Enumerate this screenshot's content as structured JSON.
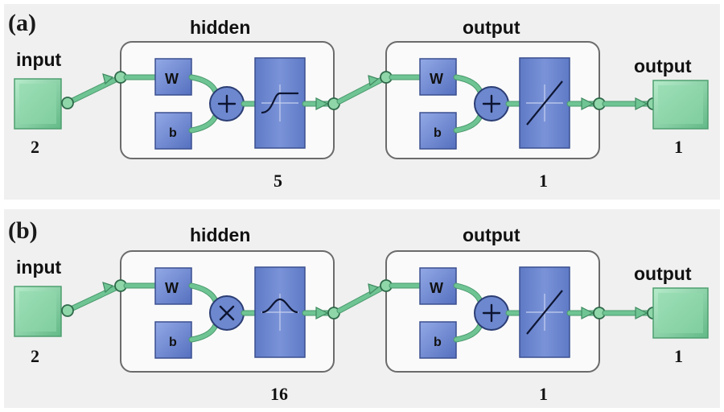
{
  "panels": [
    {
      "label": "(a)",
      "input": {
        "title": "input",
        "size": "2"
      },
      "hidden": {
        "title": "hidden",
        "size": "5",
        "weight_label": "W",
        "bias_label": "b",
        "operator": "plus",
        "transfer": "tansig-icon"
      },
      "output_layer": {
        "title": "output",
        "size": "1",
        "weight_label": "W",
        "bias_label": "b",
        "operator": "plus",
        "transfer": "purelin-icon"
      },
      "output": {
        "title": "output",
        "size": "1"
      }
    },
    {
      "label": "(b)",
      "input": {
        "title": "input",
        "size": "2"
      },
      "hidden": {
        "title": "hidden",
        "size": "16",
        "weight_label": "W",
        "bias_label": "b",
        "operator": "times",
        "transfer": "radbas-icon"
      },
      "output_layer": {
        "title": "output",
        "size": "1",
        "weight_label": "W",
        "bias_label": "b",
        "operator": "plus",
        "transfer": "purelin-icon"
      },
      "output": {
        "title": "output",
        "size": "1"
      }
    }
  ],
  "colors": {
    "wire": "#6fc493",
    "input_output_square": "#7ccf9e",
    "weight_box": "#6d88cf",
    "layer_border": "#6b6b6b",
    "panel_background": "#f0f0f0"
  }
}
